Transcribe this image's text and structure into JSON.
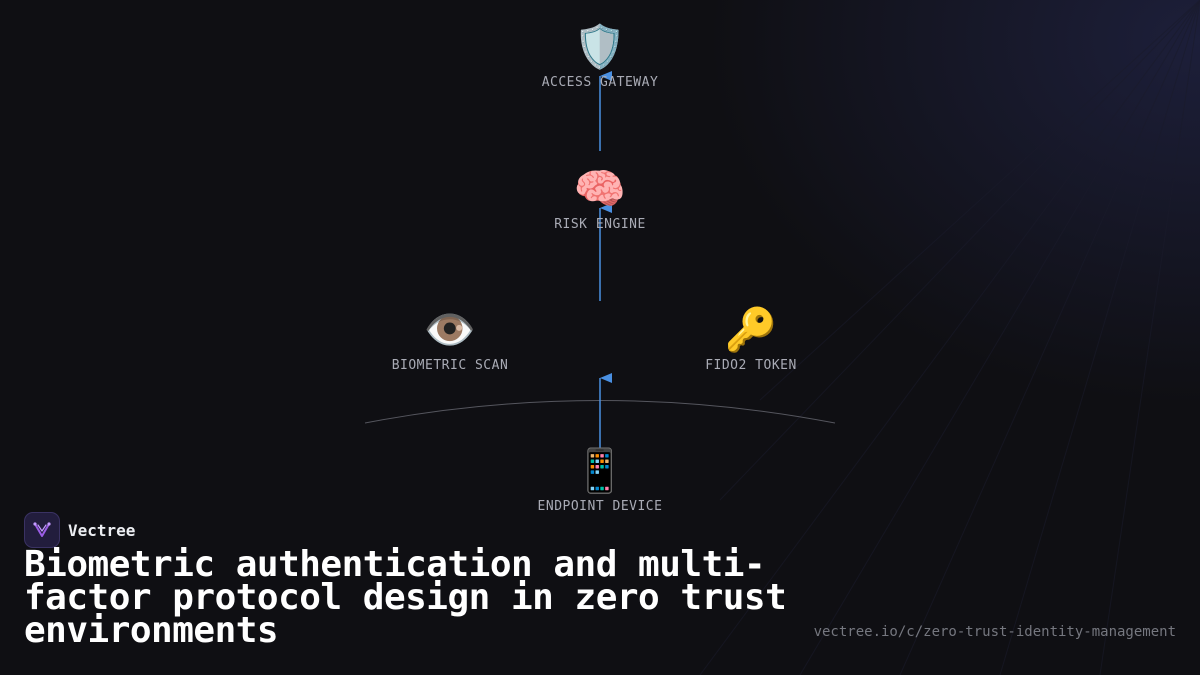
{
  "diagram": {
    "nodes": [
      {
        "id": "gateway",
        "icon": "🛡️",
        "icon_name": "shield-icon",
        "label": "ACCESS GATEWAY"
      },
      {
        "id": "risk",
        "icon": "🧠",
        "icon_name": "brain-icon",
        "label": "RISK ENGINE"
      },
      {
        "id": "biometric",
        "icon": "👁️",
        "icon_name": "eye-icon",
        "label": "BIOMETRIC SCAN"
      },
      {
        "id": "fido",
        "icon": "🔑",
        "icon_name": "key-icon",
        "label": "FIDO2 TOKEN"
      },
      {
        "id": "endpoint",
        "icon": "📱",
        "icon_name": "mobile-phone-icon",
        "label": "ENDPOINT DEVICE"
      }
    ],
    "edges": [
      {
        "from": "endpoint",
        "to": "biometric-fido-level"
      },
      {
        "from": "risk",
        "to": "gateway"
      },
      {
        "from": "biometric-fido-level",
        "to": "risk"
      }
    ],
    "colors": {
      "arrow": "#4a90e2",
      "arc": "#55565e"
    }
  },
  "brand": {
    "name": "Vectree",
    "logo_icon": "vectree-logo-icon",
    "logo_color": "#9b5de5"
  },
  "title": "Biometric authentication and multi-factor protocol design in zero trust environments",
  "url": "vectree.io/c/zero-trust-identity-management"
}
